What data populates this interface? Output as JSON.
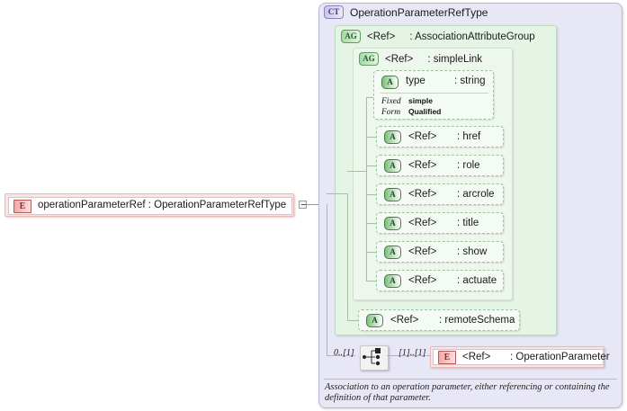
{
  "diagram": {
    "type": "xml-schema-diagram",
    "root_element": {
      "badge": "E",
      "badge_name": "element-badge",
      "name": "operationParameterRef",
      "separator": ":",
      "type": "OperationParameterRefType",
      "label": "operationParameterRef : OperationParameterRefType"
    },
    "complex_type": {
      "badge": "CT",
      "badge_name": "complextype-badge",
      "title": "OperationParameterRefType"
    },
    "attribute_group_outer": {
      "badge": "AG",
      "badge_name": "attributegroup-badge",
      "ref": "<Ref>",
      "separator": ":",
      "type": "AssociationAttributeGroup"
    },
    "attribute_group_inner": {
      "badge": "AG",
      "badge_name": "attributegroup-badge",
      "ref": "<Ref>",
      "separator": ":",
      "type": "simpleLink"
    },
    "attributes": [
      {
        "badge": "A",
        "name": "type",
        "separator": ":",
        "type": "string",
        "properties": [
          {
            "key": "Fixed",
            "value": "simple"
          },
          {
            "key": "Form",
            "value": "Qualified"
          }
        ]
      },
      {
        "badge": "A",
        "name": "<Ref>",
        "separator": ":",
        "type": "href"
      },
      {
        "badge": "A",
        "name": "<Ref>",
        "separator": ":",
        "type": "role"
      },
      {
        "badge": "A",
        "name": "<Ref>",
        "separator": ":",
        "type": "arcrole"
      },
      {
        "badge": "A",
        "name": "<Ref>",
        "separator": ":",
        "type": "title"
      },
      {
        "badge": "A",
        "name": "<Ref>",
        "separator": ":",
        "type": "show"
      },
      {
        "badge": "A",
        "name": "<Ref>",
        "separator": ":",
        "type": "actuate"
      }
    ],
    "remote_schema": {
      "badge": "A",
      "name": "<Ref>",
      "separator": ":",
      "type": "remoteSchema"
    },
    "sequence": {
      "connector_icon": "choice-connector-icon",
      "cardinality_left": "0..[1]",
      "cardinality_right": "[1]..[1]",
      "child_element": {
        "badge": "E",
        "name": "<Ref>",
        "separator": ":",
        "type": "OperationParameter"
      }
    },
    "annotation": {
      "line1": "Association to an operation parameter, either referencing or containing the",
      "line2": "definition of that parameter."
    },
    "colors": {
      "element_fill": "#fbe4e4",
      "element_border": "#e9b9b9",
      "complextype_fill": "#e8e7f6",
      "complextype_border": "#b9b7dd",
      "attributegroup_fill": "#e6f4e6",
      "attributegroup_border": "#c0dcc0",
      "attribute_fill": "#f4fbf4",
      "attribute_border": "#9ec49e",
      "canvas": "#ffffff"
    }
  }
}
